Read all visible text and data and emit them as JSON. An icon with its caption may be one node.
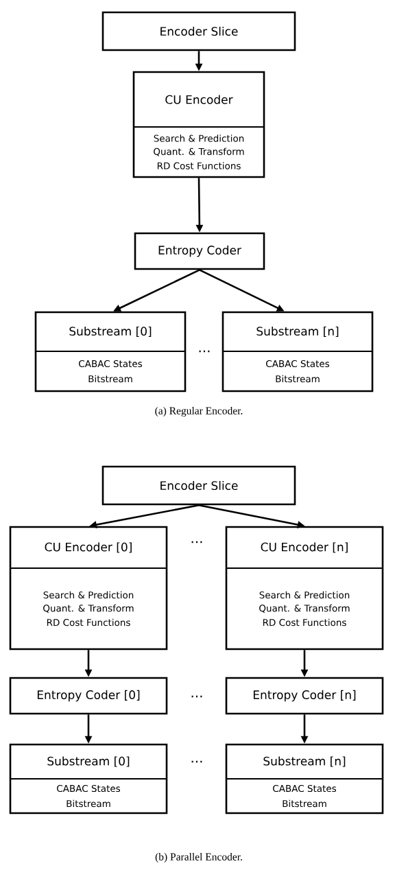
{
  "diagram": {
    "nodes": [
      {
        "text": [
          "Encoder Slice"
        ]
      },
      {
        "text": [
          "CU Encoder",
          "Search & Prediction",
          "Quant. & Transform",
          "RD Cost Functions"
        ]
      },
      {
        "text": [
          "Entropy Coder"
        ]
      },
      {
        "text": [
          "Substream [0]",
          "CABAC States",
          "Bitstream"
        ]
      },
      {
        "text": [
          "Substream [n]",
          "CABAC States",
          "Bitstream"
        ]
      },
      {
        "text": [
          "Encoder Slice"
        ]
      },
      {
        "text": [
          "CU Encoder [0]",
          "Search & Prediction",
          "Quant. & Transform",
          "RD Cost Functions"
        ]
      },
      {
        "text": [
          "CU Encoder [n]",
          "Search & Prediction",
          "Quant. & Transform",
          "RD Cost Functions"
        ]
      },
      {
        "text": [
          "Entropy Coder [0]"
        ]
      },
      {
        "text": [
          "Entropy Coder [n]"
        ]
      },
      {
        "text": [
          "Substream [0]",
          "CABAC States",
          "Bitstream"
        ]
      },
      {
        "text": [
          "Substream [n]",
          "CABAC States",
          "Bitstream"
        ]
      }
    ],
    "edges": [
      {
        "from": 0,
        "to": 1,
        "arrow": "to"
      },
      {
        "from": 1,
        "to": 2,
        "arrow": "to"
      },
      {
        "from": 2,
        "to": 3,
        "arrow": "to"
      },
      {
        "from": 2,
        "to": 4,
        "arrow": "to"
      },
      {
        "from": 5,
        "to": 6,
        "arrow": "to"
      },
      {
        "from": 5,
        "to": 7,
        "arrow": "to"
      },
      {
        "from": 6,
        "to": 8,
        "arrow": "to"
      },
      {
        "from": 7,
        "to": 9,
        "arrow": "to"
      },
      {
        "from": 8,
        "to": 10,
        "arrow": "to"
      },
      {
        "from": 9,
        "to": 11,
        "arrow": "to"
      }
    ],
    "labels": [
      "...",
      "(a) Regular Encoder.",
      "...",
      "...",
      "...",
      "(b) Parallel Encoder."
    ]
  }
}
